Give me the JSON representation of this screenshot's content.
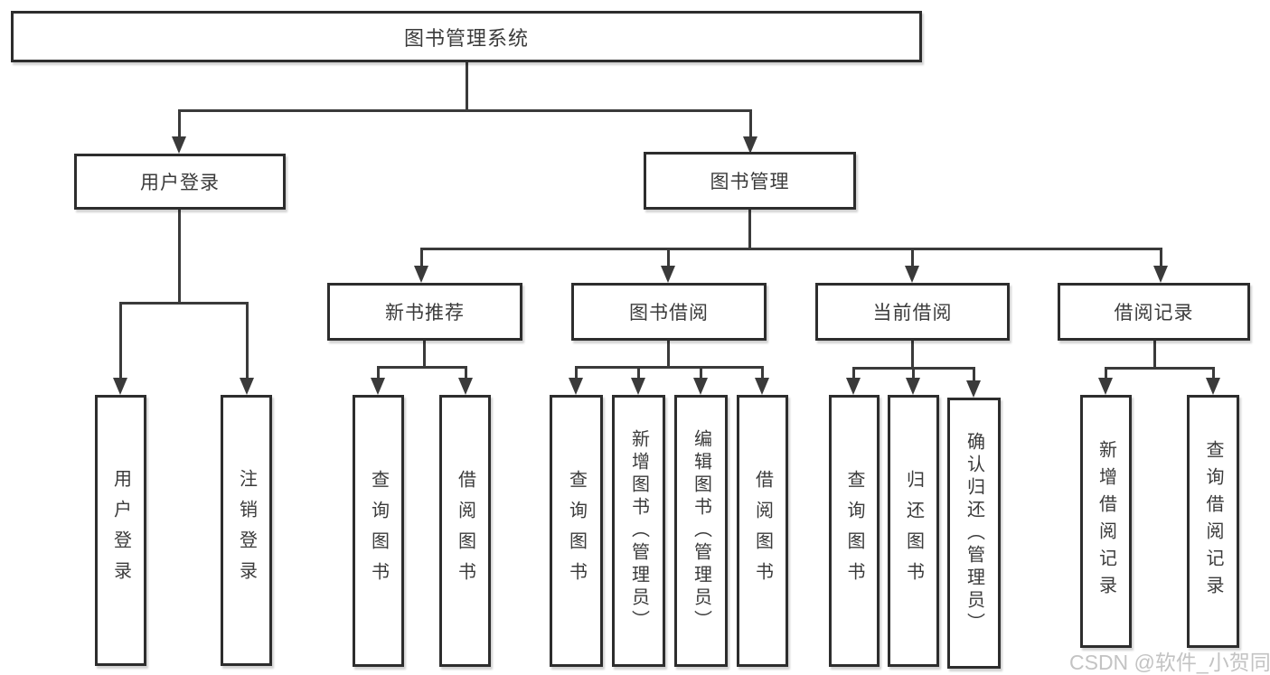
{
  "tree": {
    "label": "图书管理系统",
    "children": [
      {
        "label": "用户登录",
        "children": [
          {
            "label": "用户登录"
          },
          {
            "label": "注销登录"
          }
        ]
      },
      {
        "label": "图书管理",
        "children": [
          {
            "label": "新书推荐",
            "children": [
              {
                "label": "查询图书"
              },
              {
                "label": "借阅图书"
              }
            ]
          },
          {
            "label": "图书借阅",
            "children": [
              {
                "label": "查询图书"
              },
              {
                "label": "新增图书（管理员）"
              },
              {
                "label": "编辑图书（管理员）"
              },
              {
                "label": "借阅图书"
              }
            ]
          },
          {
            "label": "当前借阅",
            "children": [
              {
                "label": "查询图书"
              },
              {
                "label": "归还图书"
              },
              {
                "label": "确认归还（管理员）"
              }
            ]
          },
          {
            "label": "借阅记录",
            "children": [
              {
                "label": "新增借阅记录"
              },
              {
                "label": "查询借阅记录"
              }
            ]
          }
        ]
      }
    ]
  },
  "watermark": {
    "text": "CSDN @软件_小贺同学"
  },
  "colors": {
    "background": "#ffffff",
    "box_border": "#2d2d2d",
    "connector": "#3a3a3a",
    "text": "#3b3b3b",
    "watermark": "#c3c3c3"
  },
  "diagram_type": "hierarchy-flowchart"
}
